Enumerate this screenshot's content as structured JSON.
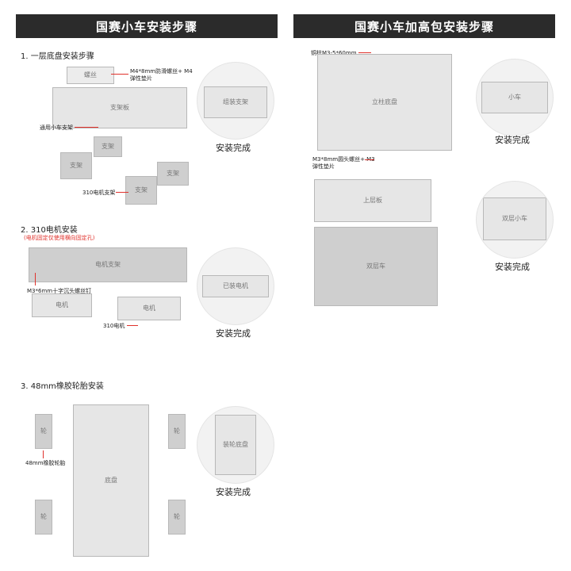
{
  "left_panel": {
    "title": "国赛小车安装步骤",
    "step1": {
      "title": "1. 一层底盘安装步骤",
      "label_screws": "M4*8mm防滑螺丝+ M4弹性垫片",
      "label_bracket": "通用小车支架",
      "label_motor_mount": "310电机支架",
      "done": "安装完成"
    },
    "step2": {
      "title": "2. 310电机安装",
      "note": "(电机固定仅使用横向固定孔)",
      "label_screws": "M3*6mm十字沉头螺丝钉",
      "label_motor": "310电机",
      "done": "安装完成"
    },
    "step3": {
      "title": "3. 48mm橡胶轮胎安装",
      "label_tire": "48mm橡胶轮胎",
      "done": "安装完成"
    }
  },
  "right_panel": {
    "title": "国赛小车加高包安装步骤",
    "label_pillar": "铜柱M3-5*60mm",
    "label_screws": "M3*8mm圆头螺丝+ M3弹性垫片",
    "done1": "安装完成",
    "done2": "安装完成"
  },
  "figures": {
    "bracket_plate": "支架板",
    "screws": "螺丝",
    "mount": "支架",
    "mount_assembled": "组装支架",
    "motor_mounts": "电机支架",
    "motor": "电机",
    "motors_mounted": "已装电机",
    "chassis": "底盘",
    "wheel": "轮",
    "chassis_wheels": "装轮底盘",
    "pillars_chassis": "立柱底盘",
    "top_plate": "上层板",
    "two_layer": "双层车",
    "mini_car": "小车",
    "mini_two_layer": "双层小车"
  },
  "colors": {
    "banner_bg": "#2b2b2b",
    "accent_red": "#e0322c"
  }
}
